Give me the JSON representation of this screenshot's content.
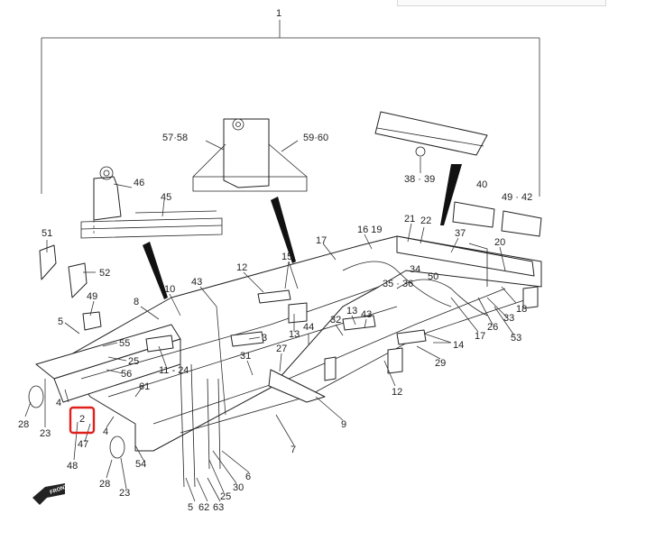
{
  "diagram": {
    "highlight_label": "2",
    "callouts": [
      {
        "id": "c1",
        "text": "1"
      },
      {
        "id": "c57",
        "text": "57·58"
      },
      {
        "id": "c59",
        "text": "59·60"
      },
      {
        "id": "c46",
        "text": "46"
      },
      {
        "id": "c45",
        "text": "45"
      },
      {
        "id": "c38",
        "text": "38 · 39"
      },
      {
        "id": "c40",
        "text": "40"
      },
      {
        "id": "c49",
        "text": "49 · 42"
      },
      {
        "id": "c51",
        "text": "51"
      },
      {
        "id": "c52",
        "text": "52"
      },
      {
        "id": "c49b",
        "text": "49"
      },
      {
        "id": "c8",
        "text": "8"
      },
      {
        "id": "c10",
        "text": "10"
      },
      {
        "id": "c43a",
        "text": "43"
      },
      {
        "id": "c12a",
        "text": "12"
      },
      {
        "id": "c15",
        "text": "15"
      },
      {
        "id": "c17a",
        "text": "17"
      },
      {
        "id": "c16",
        "text": "16 19"
      },
      {
        "id": "c21",
        "text": "21"
      },
      {
        "id": "c22",
        "text": "22"
      },
      {
        "id": "c37",
        "text": "37"
      },
      {
        "id": "c20",
        "text": "20"
      },
      {
        "id": "c34",
        "text": "34"
      },
      {
        "id": "c35",
        "text": "35 · 36"
      },
      {
        "id": "c50",
        "text": "50"
      },
      {
        "id": "c5a",
        "text": "5"
      },
      {
        "id": "c55",
        "text": "55"
      },
      {
        "id": "c25a",
        "text": "25"
      },
      {
        "id": "c56",
        "text": "56"
      },
      {
        "id": "c11",
        "text": "11 - 24"
      },
      {
        "id": "c3",
        "text": "3"
      },
      {
        "id": "c13a",
        "text": "13"
      },
      {
        "id": "c44",
        "text": "44"
      },
      {
        "id": "c32",
        "text": "32"
      },
      {
        "id": "c13b",
        "text": "13"
      },
      {
        "id": "c43b",
        "text": "43"
      },
      {
        "id": "c27",
        "text": "27"
      },
      {
        "id": "c31",
        "text": "31"
      },
      {
        "id": "c18",
        "text": "18"
      },
      {
        "id": "c33",
        "text": "33"
      },
      {
        "id": "c26",
        "text": "26"
      },
      {
        "id": "c17b",
        "text": "17"
      },
      {
        "id": "c53",
        "text": "53"
      },
      {
        "id": "c14",
        "text": "14"
      },
      {
        "id": "c29",
        "text": "29"
      },
      {
        "id": "c12b",
        "text": "12"
      },
      {
        "id": "c4a",
        "text": "4"
      },
      {
        "id": "c61",
        "text": "61"
      },
      {
        "id": "c9",
        "text": "9"
      },
      {
        "id": "c28a",
        "text": "28"
      },
      {
        "id": "c23a",
        "text": "23"
      },
      {
        "id": "c2",
        "text": "2"
      },
      {
        "id": "c4b",
        "text": "4"
      },
      {
        "id": "c47",
        "text": "47"
      },
      {
        "id": "c48",
        "text": "48"
      },
      {
        "id": "c54",
        "text": "54"
      },
      {
        "id": "c7",
        "text": "7"
      },
      {
        "id": "c28b",
        "text": "28"
      },
      {
        "id": "c23b",
        "text": "23"
      },
      {
        "id": "c6",
        "text": "6"
      },
      {
        "id": "c30",
        "text": "30"
      },
      {
        "id": "c25b",
        "text": "25"
      },
      {
        "id": "c5b",
        "text": "5"
      },
      {
        "id": "c62",
        "text": "62"
      },
      {
        "id": "c63",
        "text": "63"
      }
    ],
    "direction_marker": "FRONT",
    "colors": {
      "line": "#222222",
      "highlight": "#e0201c",
      "background": "#ffffff"
    }
  }
}
